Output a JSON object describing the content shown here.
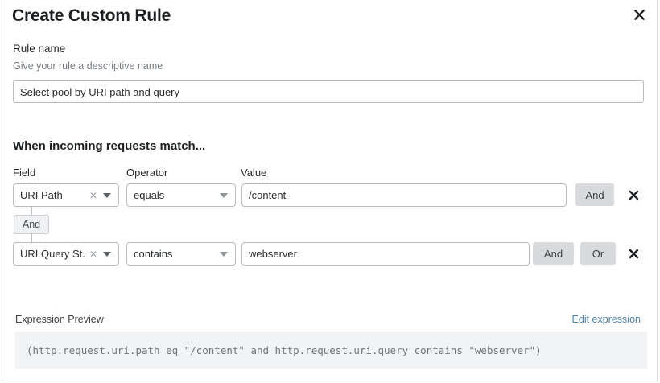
{
  "modal": {
    "title": "Create Custom Rule",
    "close_icon": "close-icon"
  },
  "rule_name": {
    "label": "Rule name",
    "help": "Give your rule a descriptive name",
    "value": "Select pool by URI path and query",
    "placeholder": "Rule name"
  },
  "match_section": {
    "heading": "When incoming requests match...",
    "columns": {
      "field": "Field",
      "operator": "Operator",
      "value": "Value"
    },
    "connector_badge": "And",
    "rows": [
      {
        "field": "URI Path",
        "field_clear_icon": "clear-icon",
        "field_caret_icon": "chevron-down-icon",
        "operator": "equals",
        "operator_caret_icon": "chevron-down-icon",
        "value": "/content",
        "value_placeholder": "Value",
        "buttons": [
          "And"
        ],
        "remove_icon": "close-icon"
      },
      {
        "field": "URI Query St...",
        "field_clear_icon": "clear-icon",
        "field_caret_icon": "chevron-down-icon",
        "operator": "contains",
        "operator_caret_icon": "chevron-down-icon",
        "value": "webserver",
        "value_placeholder": "Value",
        "buttons": [
          "And",
          "Or"
        ],
        "remove_icon": "close-icon"
      }
    ]
  },
  "expression_preview": {
    "label": "Expression Preview",
    "edit_link": "Edit expression",
    "code": "(http.request.uri.path eq \"/content\" and http.request.uri.query contains \"webserver\")"
  },
  "colors": {
    "link": "#4c81a8",
    "button_bg": "#d8dade",
    "code_bg": "#f2f3f4",
    "border": "#b6bbc0"
  }
}
